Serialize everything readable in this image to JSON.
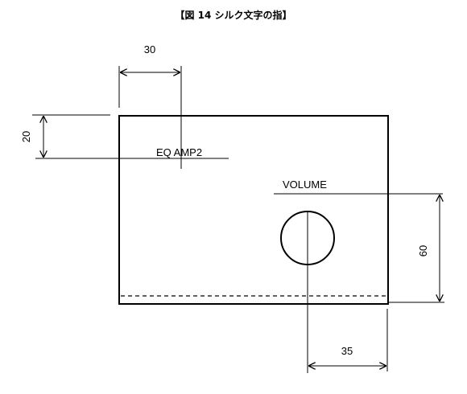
{
  "figure": {
    "caption": "【図 14 シルク文字の指】"
  },
  "labels": {
    "eq_amp": "EQ AMP2",
    "volume": "VOLUME"
  },
  "dimensions": {
    "top_offset": "30",
    "left_offset": "20",
    "right_height": "60",
    "bottom_offset": "35"
  },
  "colors": {
    "line": "#000000",
    "background": "#ffffff"
  }
}
